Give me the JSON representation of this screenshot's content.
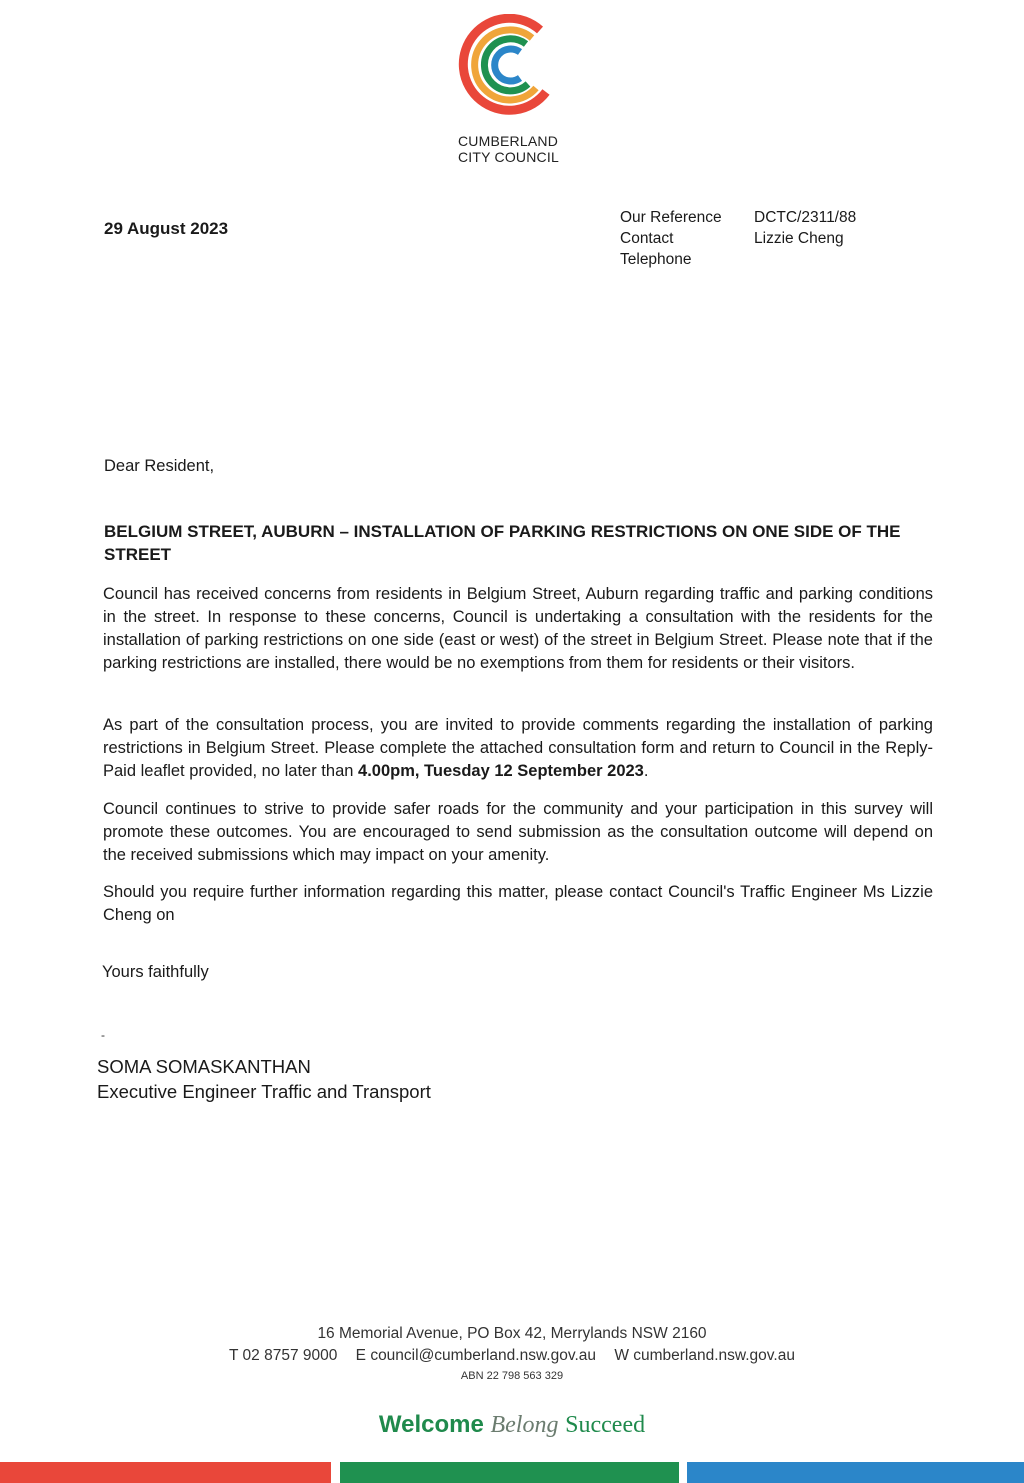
{
  "logo": {
    "line1": "CUMBERLAND",
    "line2": "CITY COUNCIL"
  },
  "letter": {
    "date": "29 August 2023",
    "reference": {
      "our_reference_label": "Our Reference",
      "our_reference_value": "DCTC/2311/88",
      "contact_label": "Contact",
      "contact_value": "Lizzie Cheng",
      "telephone_label": "Telephone"
    },
    "salutation": "Dear Resident,",
    "heading": "BELGIUM STREET, AUBURN – INSTALLATION OF PARKING RESTRICTIONS ON ONE SIDE OF THE STREET",
    "paragraph1": "Council has received concerns from residents in Belgium Street, Auburn regarding traffic and parking conditions in the street. In response to these concerns, Council is undertaking a consultation with the residents for the installation of parking restrictions on one side (east or west) of the street in Belgium Street. Please note that if the parking restrictions are installed, there would be no exemptions from them for residents or their visitors.",
    "paragraph2_start": "As part of the consultation process, you are invited to provide comments regarding the installation of parking restrictions in Belgium Street. Please complete the attached consultation form and return to Council in the Reply-Paid leaflet provided, no later than ",
    "paragraph2_deadline": "4.00pm, Tuesday 12 September 2023",
    "paragraph2_end": ".",
    "paragraph3": "Council continues to strive to provide safer roads for the community and your participation in this survey will promote these outcomes. You are encouraged to send submission as the consultation outcome will depend on the received submissions which may impact on your amenity.",
    "paragraph4": "Should you require further information regarding this matter, please contact Council's Traffic Engineer Ms Lizzie Cheng on",
    "closing": "Yours faithfully",
    "signature_mark": "-",
    "signatory_name": "SOMA SOMASKANTHAN",
    "signatory_title": "Executive Engineer Traffic and Transport"
  },
  "footer": {
    "address": "16 Memorial Avenue, PO Box 42, Merrylands NSW 2160",
    "phone": "T 02 8757 9000",
    "email": "E council@cumberland.nsw.gov.au",
    "web": "W cumberland.nsw.gov.au",
    "abn": "ABN 22 798 563 329",
    "tagline": {
      "word1": "Welcome",
      "word2": "Belong",
      "word3": "Succeed"
    }
  },
  "colors": {
    "red": "#e9473a",
    "green": "#1f9150",
    "blue": "#2b86c9",
    "orange": "#f0a53a"
  }
}
